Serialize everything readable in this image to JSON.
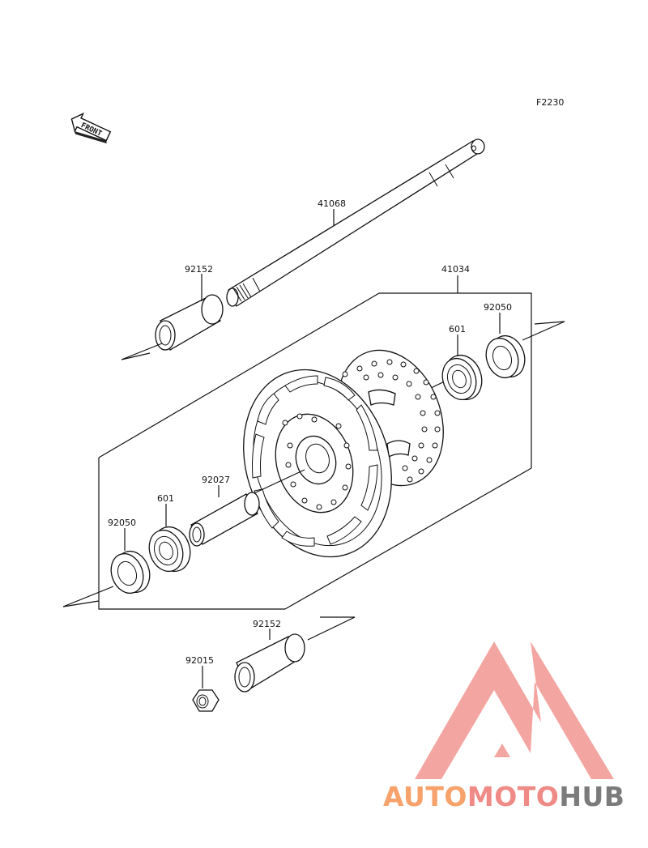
{
  "diagram": {
    "code": "F2230",
    "front_marker": "FRONT",
    "parts": {
      "axle": "41068",
      "collar_left": "92152",
      "hub_assembly": "41034",
      "bearing_right": "601",
      "seal_right": "92050",
      "spacer": "92027",
      "bearing_left": "601",
      "seal_left": "92050",
      "collar_bottom": "92152",
      "nut": "92015"
    }
  },
  "watermark": {
    "part1": "AUTO",
    "part2": "MOTO",
    "part3": "HUB",
    "colors": {
      "orange": "#f6a26a",
      "red": "#f08a86",
      "gray": "#7b7b7b",
      "triangle": "#f3a29c"
    }
  }
}
